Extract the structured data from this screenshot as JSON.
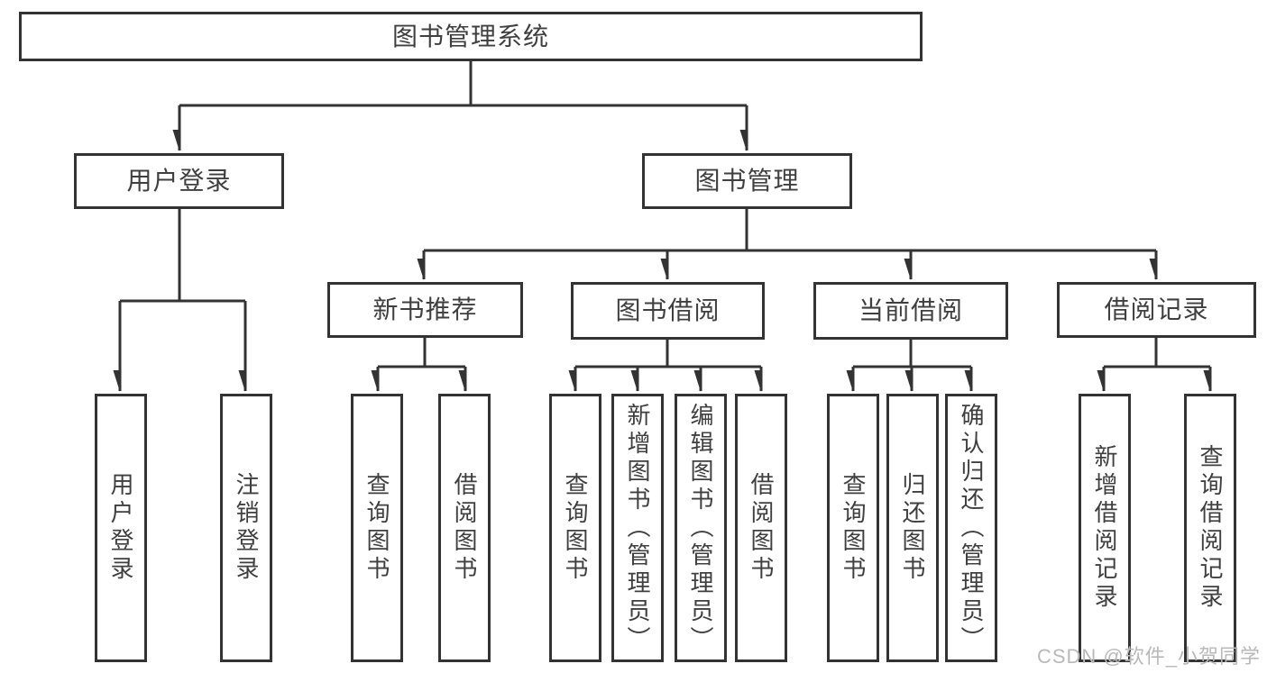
{
  "tree": {
    "label": "图书管理系统",
    "children": [
      {
        "label": "用户登录",
        "children": [
          {
            "label": "用户登录"
          },
          {
            "label": "注销登录"
          }
        ]
      },
      {
        "label": "图书管理",
        "children": [
          {
            "label": "新书推荐",
            "children": [
              {
                "label": "查询图书"
              },
              {
                "label": "借阅图书"
              }
            ]
          },
          {
            "label": "图书借阅",
            "children": [
              {
                "label": "查询图书"
              },
              {
                "label": "新增图书（管理员）"
              },
              {
                "label": "编辑图书（管理员）"
              },
              {
                "label": "借阅图书"
              }
            ]
          },
          {
            "label": "当前借阅",
            "children": [
              {
                "label": "查询图书"
              },
              {
                "label": "归还图书"
              },
              {
                "label": "确认归还（管理员）"
              }
            ]
          },
          {
            "label": "借阅记录",
            "children": [
              {
                "label": "新增借阅记录"
              },
              {
                "label": "查询借阅记录"
              }
            ]
          }
        ]
      }
    ]
  },
  "watermark": {
    "text": "CSDN @软件_小贺同学"
  },
  "colors": {
    "line": "#333333",
    "box_border": "#333333",
    "text": "#3f3f3f",
    "watermark": "#b9b9b9",
    "background": "#ffffff"
  }
}
